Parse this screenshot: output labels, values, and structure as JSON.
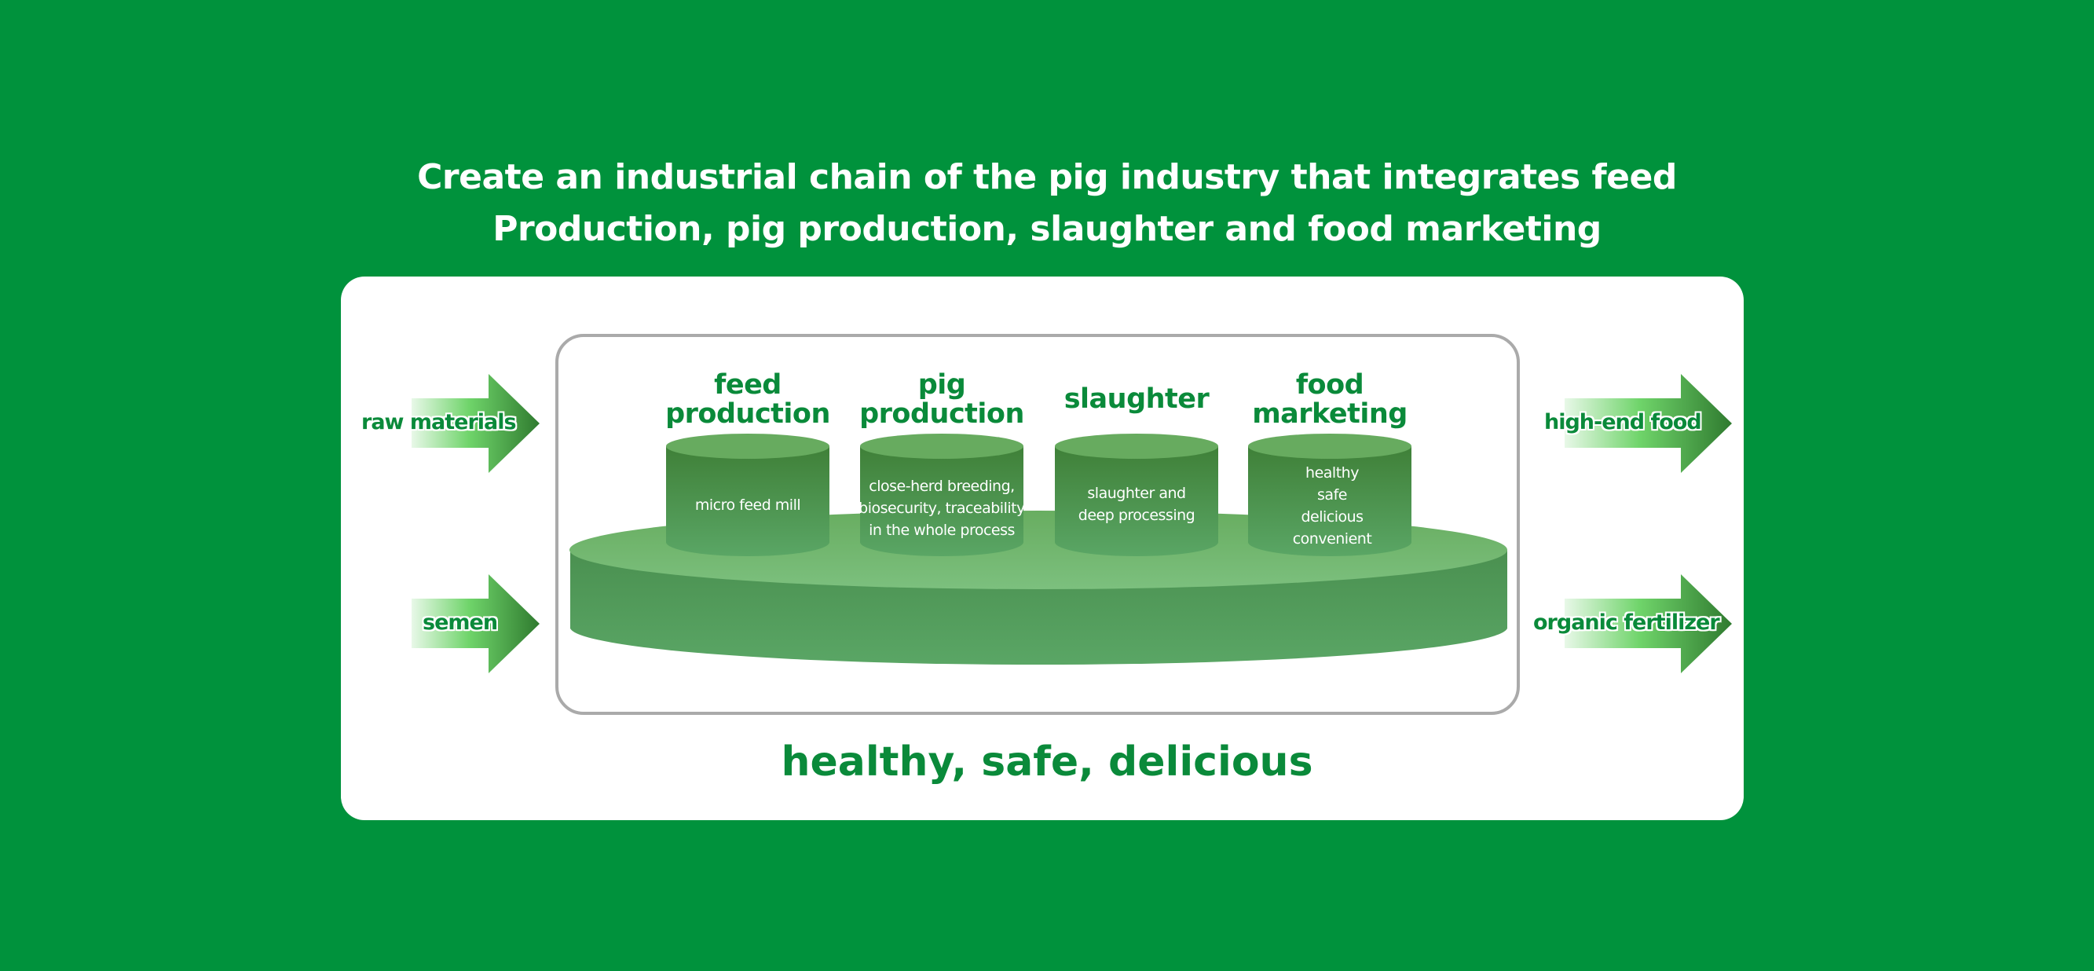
{
  "title": {
    "line1": "Create an industrial chain of the pig industry that integrates feed",
    "line2": "Production, pig production, slaughter and food marketing"
  },
  "inputs": [
    {
      "label": "raw materials"
    },
    {
      "label": "semen"
    }
  ],
  "outputs": [
    {
      "label": "high-end food"
    },
    {
      "label": "organic fertilizer"
    }
  ],
  "stages": [
    {
      "heading_1": "feed",
      "heading_2": "production",
      "lines": [
        "micro feed mill"
      ]
    },
    {
      "heading_1": "pig",
      "heading_2": "production",
      "lines": [
        "close-herd breeding,",
        "biosecurity, traceability",
        "in the whole process"
      ]
    },
    {
      "heading_1": "",
      "heading_2": "slaughter",
      "lines": [
        "slaughter and",
        "deep processing"
      ]
    },
    {
      "heading_1": "food",
      "heading_2": "marketing",
      "lines": [
        "healthy",
        "safe",
        "delicious",
        "convenient"
      ]
    }
  ],
  "slogan": "healthy, safe, delicious",
  "colors": {
    "background": "#00923c",
    "text_green": "#0a8a3a",
    "cylinder": "#4f9a55"
  }
}
